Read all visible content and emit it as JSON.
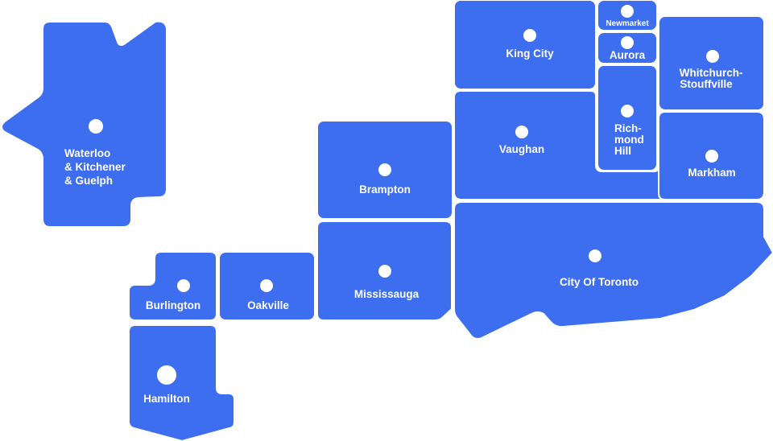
{
  "colors": {
    "region_fill": "#3d6ef0",
    "region_stroke": "#ffffff",
    "marker": "#ffffff",
    "label": "#ffffff"
  },
  "regions": [
    {
      "id": "waterloo",
      "lines": [
        "Waterloo",
        "& Kitchener",
        "&  Guelph"
      ]
    },
    {
      "id": "king-city",
      "lines": [
        "King City"
      ]
    },
    {
      "id": "newmarket",
      "lines": [
        "Newmarket"
      ]
    },
    {
      "id": "aurora",
      "lines": [
        "Aurora"
      ]
    },
    {
      "id": "whitchurch",
      "lines": [
        "Whitchurch-",
        "Stouffville"
      ]
    },
    {
      "id": "vaughan",
      "lines": [
        "Vaughan"
      ]
    },
    {
      "id": "richmond-hill",
      "lines": [
        "Rich-",
        "mond",
        "Hill"
      ]
    },
    {
      "id": "markham",
      "lines": [
        "Markham"
      ]
    },
    {
      "id": "brampton",
      "lines": [
        "Brampton"
      ]
    },
    {
      "id": "mississauga",
      "lines": [
        "Mississauga"
      ]
    },
    {
      "id": "toronto",
      "lines": [
        "City Of  Toronto"
      ]
    },
    {
      "id": "burlington",
      "lines": [
        "Burlington"
      ]
    },
    {
      "id": "oakville",
      "lines": [
        "Oakville"
      ]
    },
    {
      "id": "hamilton",
      "lines": [
        "Hamilton"
      ]
    }
  ]
}
